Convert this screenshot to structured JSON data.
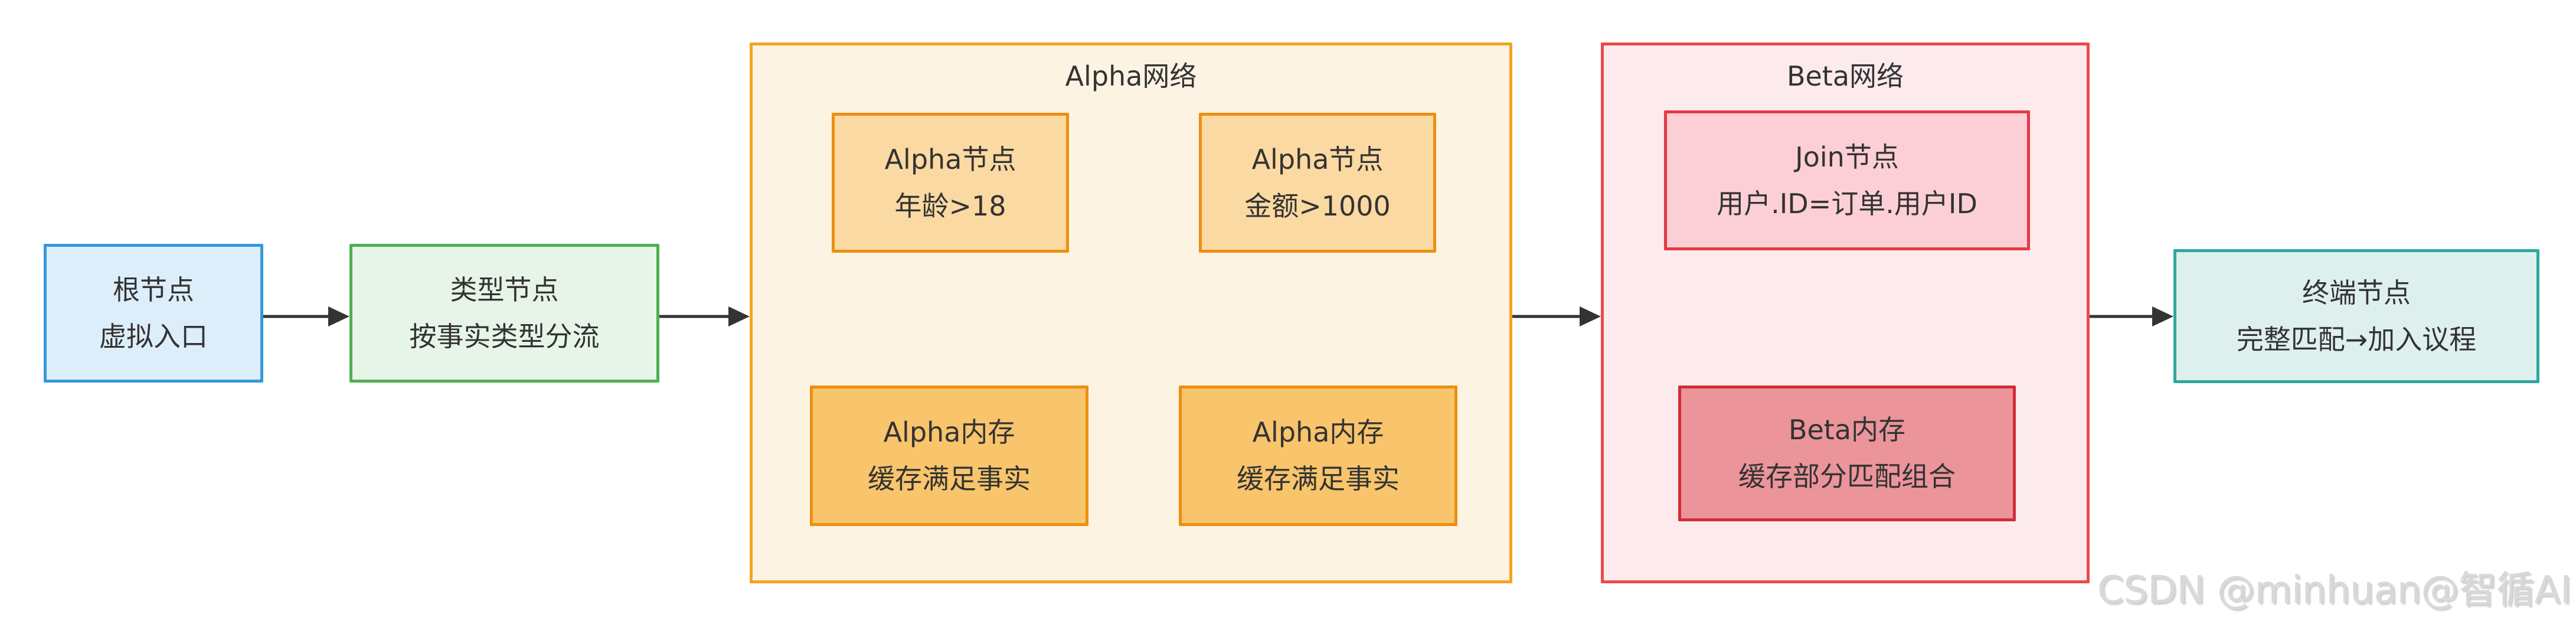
{
  "diagram": {
    "root_node": {
      "title": "根节点",
      "subtitle": "虚拟入口"
    },
    "type_node": {
      "title": "类型节点",
      "subtitle": "按事实类型分流"
    },
    "alpha_network": {
      "title": "Alpha网络",
      "node1": {
        "title": "Alpha节点",
        "subtitle": "年龄>18"
      },
      "node2": {
        "title": "Alpha节点",
        "subtitle": "金额>1000"
      },
      "memory1": {
        "title": "Alpha内存",
        "subtitle": "缓存满足事实"
      },
      "memory2": {
        "title": "Alpha内存",
        "subtitle": "缓存满足事实"
      }
    },
    "beta_network": {
      "title": "Beta网络",
      "join_node": {
        "title": "Join节点",
        "subtitle": "用户.ID=订单.用户ID"
      },
      "memory": {
        "title": "Beta内存",
        "subtitle": "缓存部分匹配组合"
      }
    },
    "terminal_node": {
      "title": "终端节点",
      "subtitle": "完整匹配→加入议程"
    },
    "watermark": "CSDN @minhuan@智循AI"
  },
  "colors": {
    "root": {
      "bg": "#ddeefb",
      "border": "#3498db"
    },
    "type": {
      "bg": "#e7f5e8",
      "border": "#4caf50"
    },
    "alpha_container": {
      "bg": "#fdf3e2",
      "border": "#f5a31f"
    },
    "alpha_node": {
      "bg": "#fbd9a2",
      "border": "#ec8f10"
    },
    "alpha_memory": {
      "bg": "#f8c46c",
      "border": "#ec8f10"
    },
    "beta_container": {
      "bg": "#fdeaed",
      "border": "#e84b4b"
    },
    "join_node": {
      "bg": "#fbcfd5",
      "border": "#e23b43"
    },
    "beta_memory": {
      "bg": "#eb949a",
      "border": "#cf2e35"
    },
    "terminal": {
      "bg": "#def0ee",
      "border": "#2fa79e"
    },
    "arrow": "#333333",
    "text": "#333333",
    "watermark": "#d9d9d9"
  }
}
